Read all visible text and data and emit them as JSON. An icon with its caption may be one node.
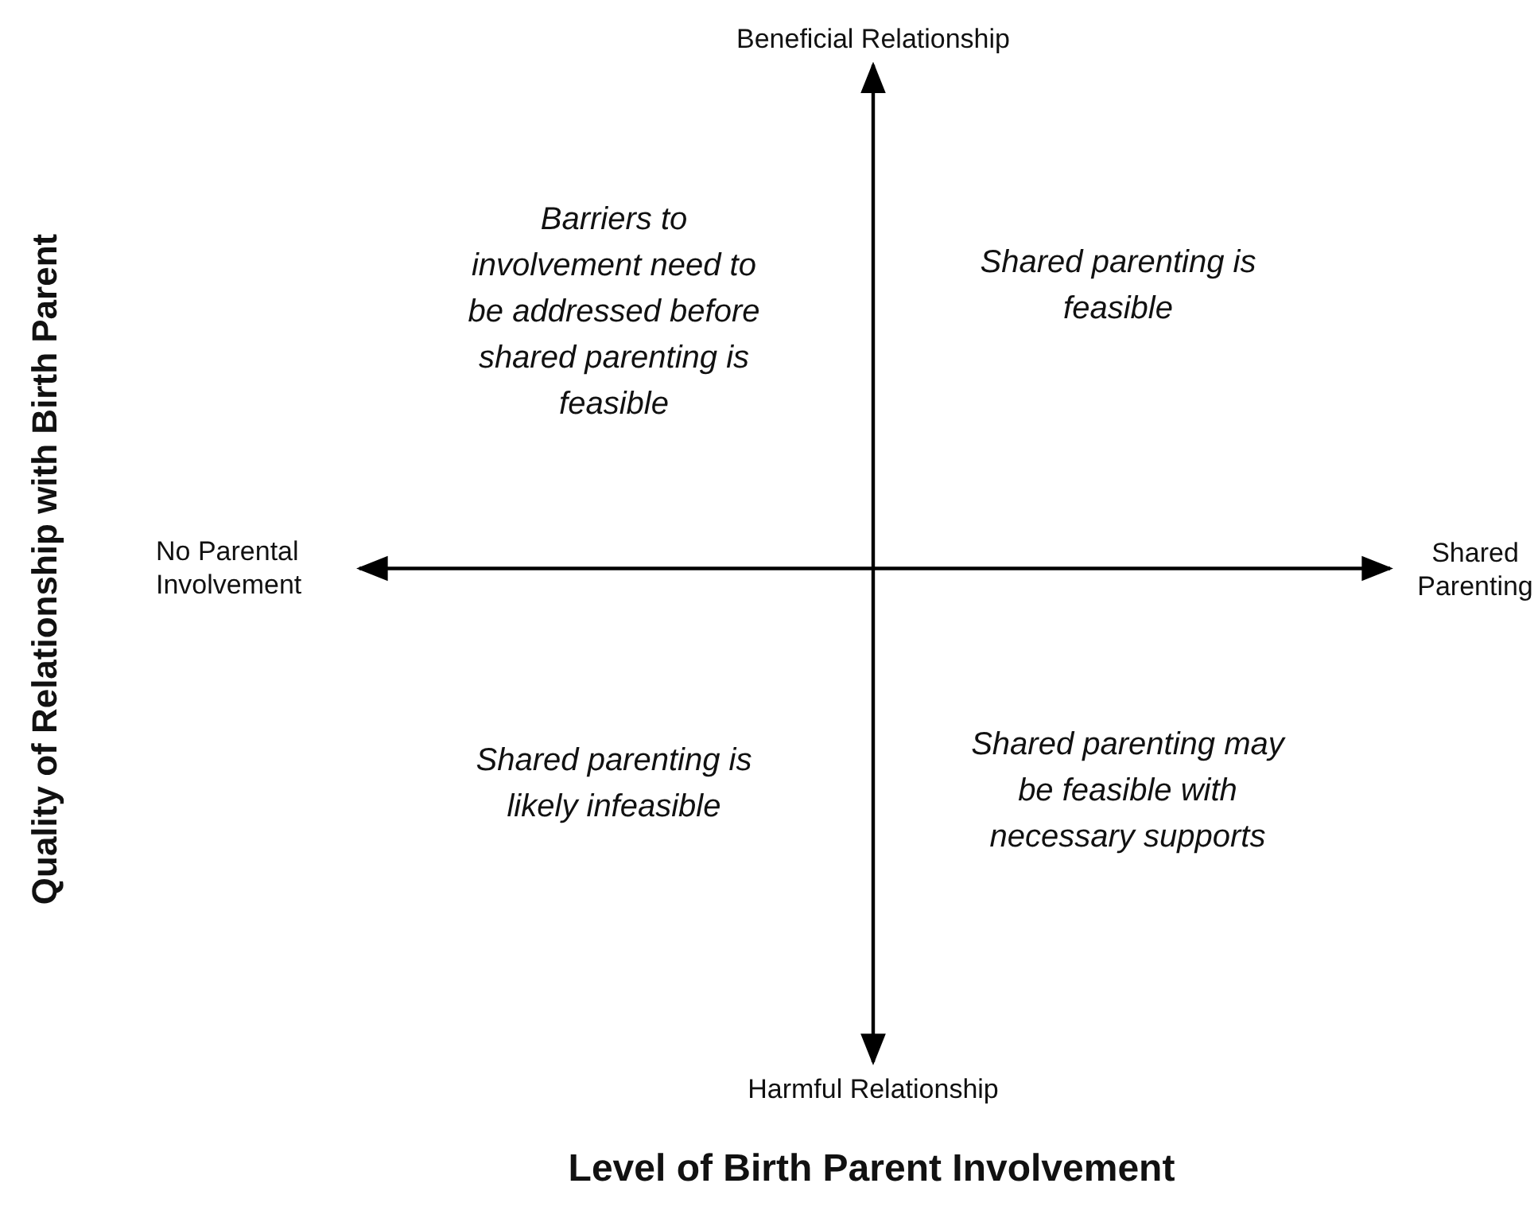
{
  "diagram": {
    "nodes": [
      {
        "text": [
          "Beneficial Relationship"
        ]
      },
      {
        "text": [
          "No Parental Involvement"
        ]
      },
      {
        "text": [
          "Shared Parenting"
        ]
      },
      {
        "text": [
          "Harmful Relationship"
        ]
      }
    ],
    "edges": [
      {
        "from": 3,
        "to": 0,
        "arrow": "both"
      },
      {
        "from": 1,
        "to": 2,
        "arrow": "both"
      }
    ],
    "labels": [
      "Barriers to involvement need to be addressed before shared parenting is feasible",
      "Shared parenting is feasible",
      "Shared parenting is likely infeasible",
      "Shared parenting may be feasible with necessary supports",
      "Quality of Relationship with Birth Parent",
      "Level of Birth Parent Involvement"
    ]
  }
}
